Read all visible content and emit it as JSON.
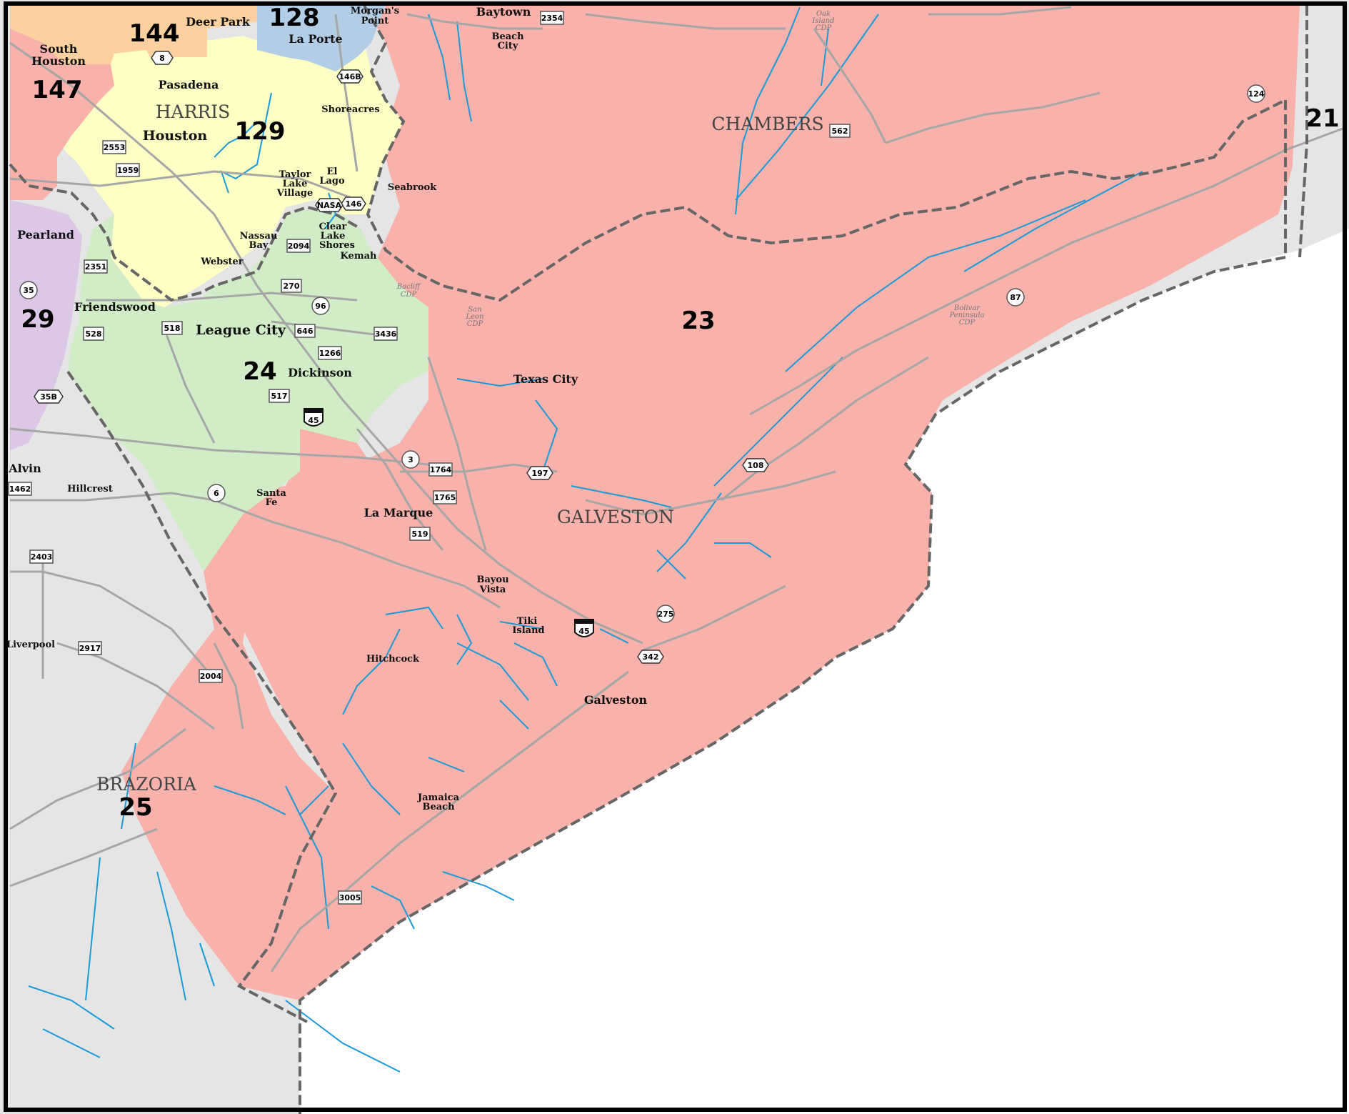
{
  "colors": {
    "district_23": "#f8b1ab",
    "district_24": "#d2ecc8",
    "district_129": "#feffc5",
    "district_144": "#fdd0a0",
    "district_128": "#b4cde6",
    "district_147": "#f8b1ab",
    "district_29": "#dcc8e6",
    "district_25": "#e5e5e5",
    "district_21": "#e5e5e5",
    "gulf": "#ffffff",
    "water": "#1a9bd7",
    "roads": "#a6a6a6",
    "county_boundary": "#666666"
  },
  "counties": {
    "harris": "HARRIS",
    "chambers": "CHAMBERS",
    "galveston": "GALVESTON",
    "brazoria": "BRAZORIA"
  },
  "districts": {
    "d23": "23",
    "d24": "24",
    "d25": "25",
    "d21": "21",
    "d29": "29",
    "d128": "128",
    "d129": "129",
    "d144": "144",
    "d147": "147"
  },
  "places": {
    "deer_park": "Deer Park",
    "south_houston_1": "South",
    "south_houston_2": "Houston",
    "pasadena": "Pasadena",
    "houston": "Houston",
    "la_porte": "La Porte",
    "morgans_point_1": "Morgan's",
    "morgans_point_2": "Point",
    "baytown": "Baytown",
    "beach_city_1": "Beach",
    "beach_city_2": "City",
    "shoreacres": "Shoreacres",
    "seabrook": "Seabrook",
    "taylor_lake_1": "Taylor",
    "taylor_lake_2": "Lake",
    "taylor_lake_3": "Village",
    "el_lago_1": "El",
    "el_lago_2": "Lago",
    "nassau_bay_1": "Nassau",
    "nassau_bay_2": "Bay",
    "clear_lake_1": "Clear",
    "clear_lake_2": "Lake",
    "clear_lake_3": "Shores",
    "kemah": "Kemah",
    "webster": "Webster",
    "pearland": "Pearland",
    "friendswood": "Friendswood",
    "league_city": "League City",
    "dickinson": "Dickinson",
    "texas_city": "Texas City",
    "alvin": "Alvin",
    "hillcrest": "Hillcrest",
    "santa_fe_1": "Santa",
    "santa_fe_2": "Fe",
    "la_marque": "La Marque",
    "bayou_vista_1": "Bayou",
    "bayou_vista_2": "Vista",
    "tiki_island_1": "Tiki",
    "tiki_island_2": "Island",
    "hitchcock": "Hitchcock",
    "galveston": "Galveston",
    "jamaica_beach_1": "Jamaica",
    "jamaica_beach_2": "Beach",
    "liverpool": "Liverpool"
  },
  "cdps": {
    "oak_island_1": "Oak",
    "oak_island_2": "Island",
    "oak_island_3": "CDP",
    "bacliff_1": "Bacliff",
    "bacliff_2": "CDP",
    "san_leon_1": "San",
    "san_leon_2": "Leon",
    "san_leon_3": "CDP",
    "bolivar_1": "Bolivar",
    "bolivar_2": "Peninsula",
    "bolivar_3": "CDP"
  },
  "routes": {
    "r8": "8",
    "r146b": "146B",
    "r2354": "2354",
    "r124": "124",
    "r562": "562",
    "r2553": "2553",
    "r1959": "1959",
    "r146": "146",
    "r_nasa": "NASA",
    "r2094": "2094",
    "r270": "270",
    "r35": "35",
    "r2351": "2351",
    "r96": "96",
    "r646": "646",
    "r3436": "3436",
    "r528": "528",
    "r518": "518",
    "r1266": "1266",
    "r517": "517",
    "r45a": "45",
    "r35b": "35B",
    "r3": "3",
    "r1764": "1764",
    "r197": "197",
    "r1765": "1765",
    "r6": "6",
    "r1462": "1462",
    "r519": "519",
    "r2403": "2403",
    "r87": "87",
    "r108": "108",
    "r275": "275",
    "r45b": "45",
    "r342": "342",
    "r2917": "2917",
    "r2004": "2004",
    "r3005": "3005"
  }
}
